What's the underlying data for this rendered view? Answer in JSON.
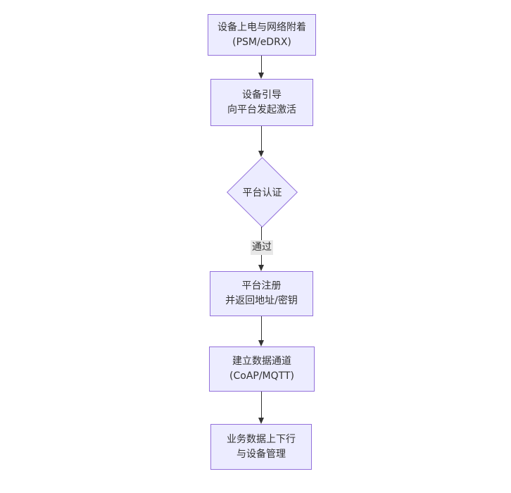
{
  "diagram": {
    "type": "flowchart-vertical",
    "colors": {
      "node_fill": "#ECECFF",
      "node_border": "#9370DB",
      "edge_color": "#333333",
      "edge_label_background": "#e8e8e8",
      "text_color": "#333333",
      "background": "#ffffff"
    },
    "nodes": [
      {
        "id": "attach",
        "shape": "rect",
        "lines": [
          "设备上电与网络附着",
          "(PSM/eDRX)"
        ]
      },
      {
        "id": "boot",
        "shape": "rect",
        "lines": [
          "设备引导",
          "向平台发起激活"
        ]
      },
      {
        "id": "auth",
        "shape": "diamond",
        "lines": [
          "平台认证"
        ]
      },
      {
        "id": "register",
        "shape": "rect",
        "lines": [
          "平台注册",
          "并返回地址/密钥"
        ]
      },
      {
        "id": "channel",
        "shape": "rect",
        "lines": [
          "建立数据通道",
          "(CoAP/MQTT)"
        ]
      },
      {
        "id": "business",
        "shape": "rect",
        "lines": [
          "业务数据上下行",
          "与设备管理"
        ]
      }
    ],
    "edges": [
      {
        "from": "attach",
        "to": "boot",
        "label": ""
      },
      {
        "from": "boot",
        "to": "auth",
        "label": ""
      },
      {
        "from": "auth",
        "to": "register",
        "label": "通过"
      },
      {
        "from": "register",
        "to": "channel",
        "label": ""
      },
      {
        "from": "channel",
        "to": "business",
        "label": ""
      }
    ]
  }
}
